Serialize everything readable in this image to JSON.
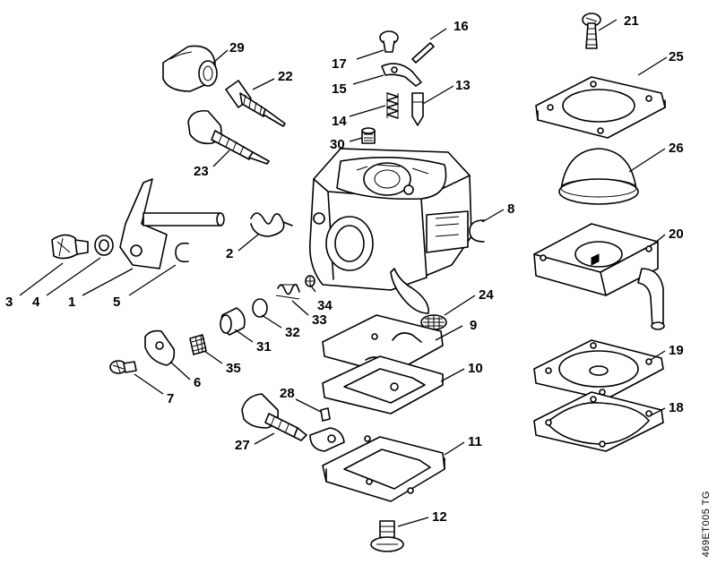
{
  "diagram": {
    "drawing_reference": "469ET005 TG",
    "labels": [
      {
        "id": "1",
        "text": "1"
      },
      {
        "id": "2",
        "text": "2"
      },
      {
        "id": "3",
        "text": "3"
      },
      {
        "id": "4",
        "text": "4"
      },
      {
        "id": "5",
        "text": "5"
      },
      {
        "id": "6",
        "text": "6"
      },
      {
        "id": "7",
        "text": "7"
      },
      {
        "id": "8",
        "text": "8"
      },
      {
        "id": "9",
        "text": "9"
      },
      {
        "id": "10",
        "text": "10"
      },
      {
        "id": "11",
        "text": "11"
      },
      {
        "id": "12",
        "text": "12"
      },
      {
        "id": "13",
        "text": "13"
      },
      {
        "id": "14",
        "text": "14"
      },
      {
        "id": "15",
        "text": "15"
      },
      {
        "id": "16",
        "text": "16"
      },
      {
        "id": "17",
        "text": "17"
      },
      {
        "id": "18",
        "text": "18"
      },
      {
        "id": "19",
        "text": "19"
      },
      {
        "id": "20",
        "text": "20"
      },
      {
        "id": "21",
        "text": "21"
      },
      {
        "id": "22",
        "text": "22"
      },
      {
        "id": "23",
        "text": "23"
      },
      {
        "id": "24",
        "text": "24"
      },
      {
        "id": "25",
        "text": "25"
      },
      {
        "id": "26",
        "text": "26"
      },
      {
        "id": "27",
        "text": "27"
      },
      {
        "id": "28",
        "text": "28"
      },
      {
        "id": "29",
        "text": "29"
      },
      {
        "id": "30",
        "text": "30"
      },
      {
        "id": "31",
        "text": "31"
      },
      {
        "id": "32",
        "text": "32"
      },
      {
        "id": "33",
        "text": "33"
      },
      {
        "id": "34",
        "text": "34"
      },
      {
        "id": "35",
        "text": "35"
      }
    ]
  }
}
